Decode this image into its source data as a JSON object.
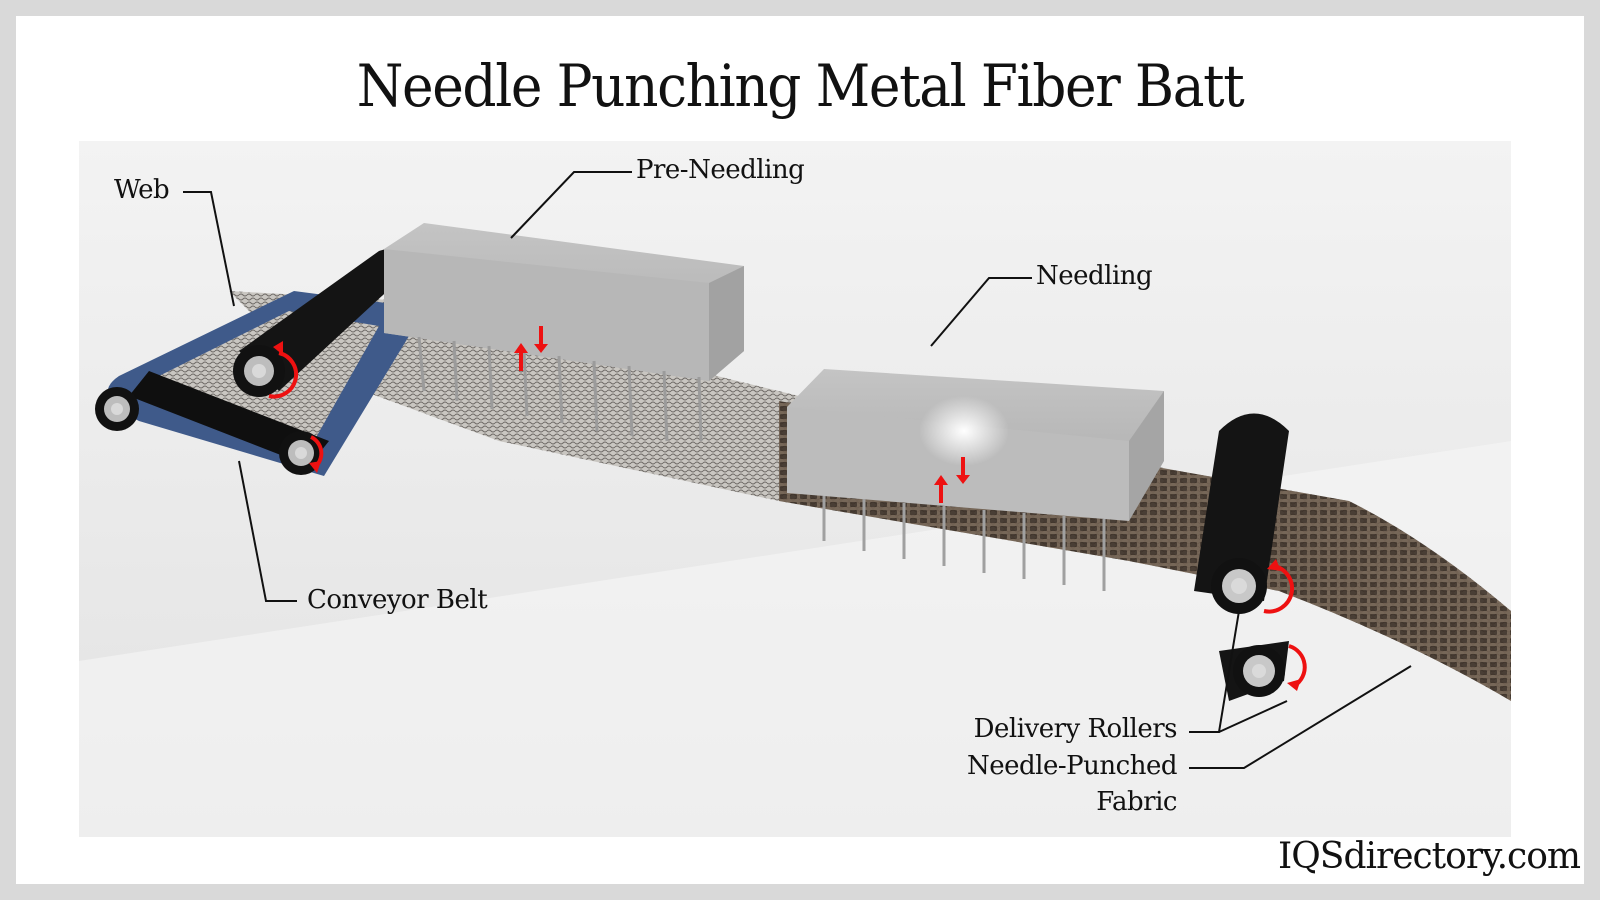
{
  "title": "Needle Punching Metal Fiber Batt",
  "labels": {
    "web": "Web",
    "pre_needling": "Pre-Needling",
    "needling": "Needling",
    "conveyor_belt": "Conveyor Belt",
    "delivery_rollers": "Delivery Rollers",
    "needle_punched_line1": "Needle-Punched",
    "needle_punched_line2": "Fabric"
  },
  "brand": "IQSdirectory.com",
  "colors": {
    "belt": "#3f5a8a",
    "roller": "#111111",
    "arrow": "#ee1111",
    "block": "#b9b9b9",
    "fabric": "#5a4a3c",
    "web": "#bdbab5"
  }
}
